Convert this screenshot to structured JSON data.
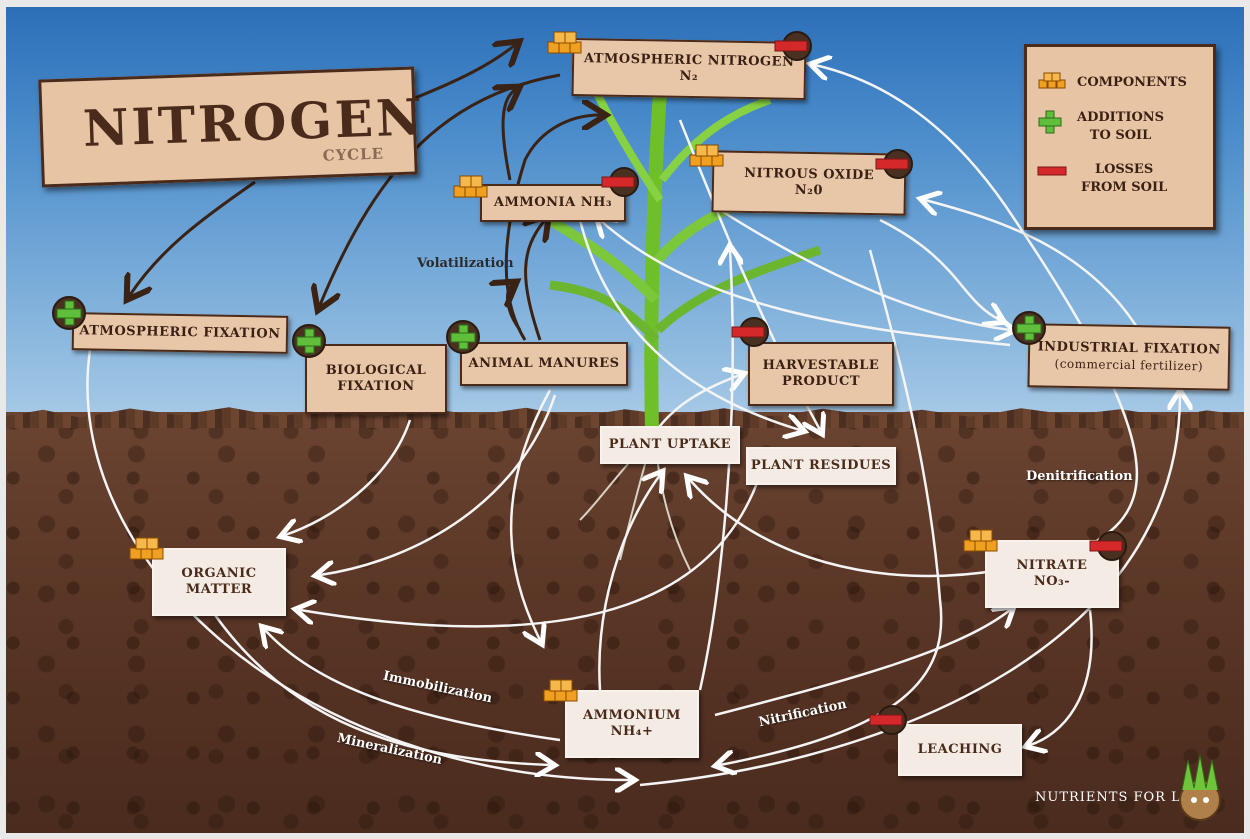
{
  "title": {
    "main": "NITROGEN",
    "sub": "CYCLE"
  },
  "legend": {
    "components": "COMPONENTS",
    "additions_line1": "ADDITIONS",
    "additions_line2": "TO SOIL",
    "losses_line1": "LOSSES",
    "losses_line2": "FROM SOIL"
  },
  "nodes": {
    "atmospheric_nitrogen": {
      "line1": "ATMOSPHERIC NITROGEN",
      "line2": "N₂"
    },
    "ammonia": {
      "line1": "AMMONIA NH₃"
    },
    "nitrous_oxide": {
      "line1": "NITROUS OXIDE",
      "line2": "N₂0"
    },
    "atmospheric_fixation": {
      "line1": "ATMOSPHERIC FIXATION"
    },
    "biological_fixation": {
      "line1": "BIOLOGICAL",
      "line2": "FIXATION"
    },
    "animal_manures": {
      "line1": "ANIMAL MANURES"
    },
    "harvestable_product": {
      "line1": "HARVESTABLE",
      "line2": "PRODUCT"
    },
    "industrial_fixation": {
      "line1": "INDUSTRIAL FIXATION",
      "line2": "(commercial fertilizer)"
    },
    "plant_uptake": {
      "line1": "PLANT UPTAKE"
    },
    "plant_residues": {
      "line1": "PLANT RESIDUES"
    },
    "organic_matter": {
      "line1": "ORGANIC",
      "line2": "MATTER"
    },
    "nitrate": {
      "line1": "NITRATE",
      "line2": "NO₃-"
    },
    "ammonium": {
      "line1": "AMMONIUM",
      "line2": "NH₄+"
    },
    "leaching": {
      "line1": "LEACHING"
    }
  },
  "process_labels": {
    "volatilization": "Volatilization",
    "denitrification": "Denitrification",
    "immobilization": "Immobilization",
    "mineralization": "Mineralization",
    "nitrification": "Nitrification"
  },
  "logo": {
    "text": "NUTRIENTS FOR LIFE"
  },
  "colors": {
    "sky": "#4b8ccb",
    "soil": "#5a3626",
    "box": "#e8c7a8",
    "plus": "#5fbf3a",
    "minus": "#d4282a",
    "component": "#f0a020"
  }
}
